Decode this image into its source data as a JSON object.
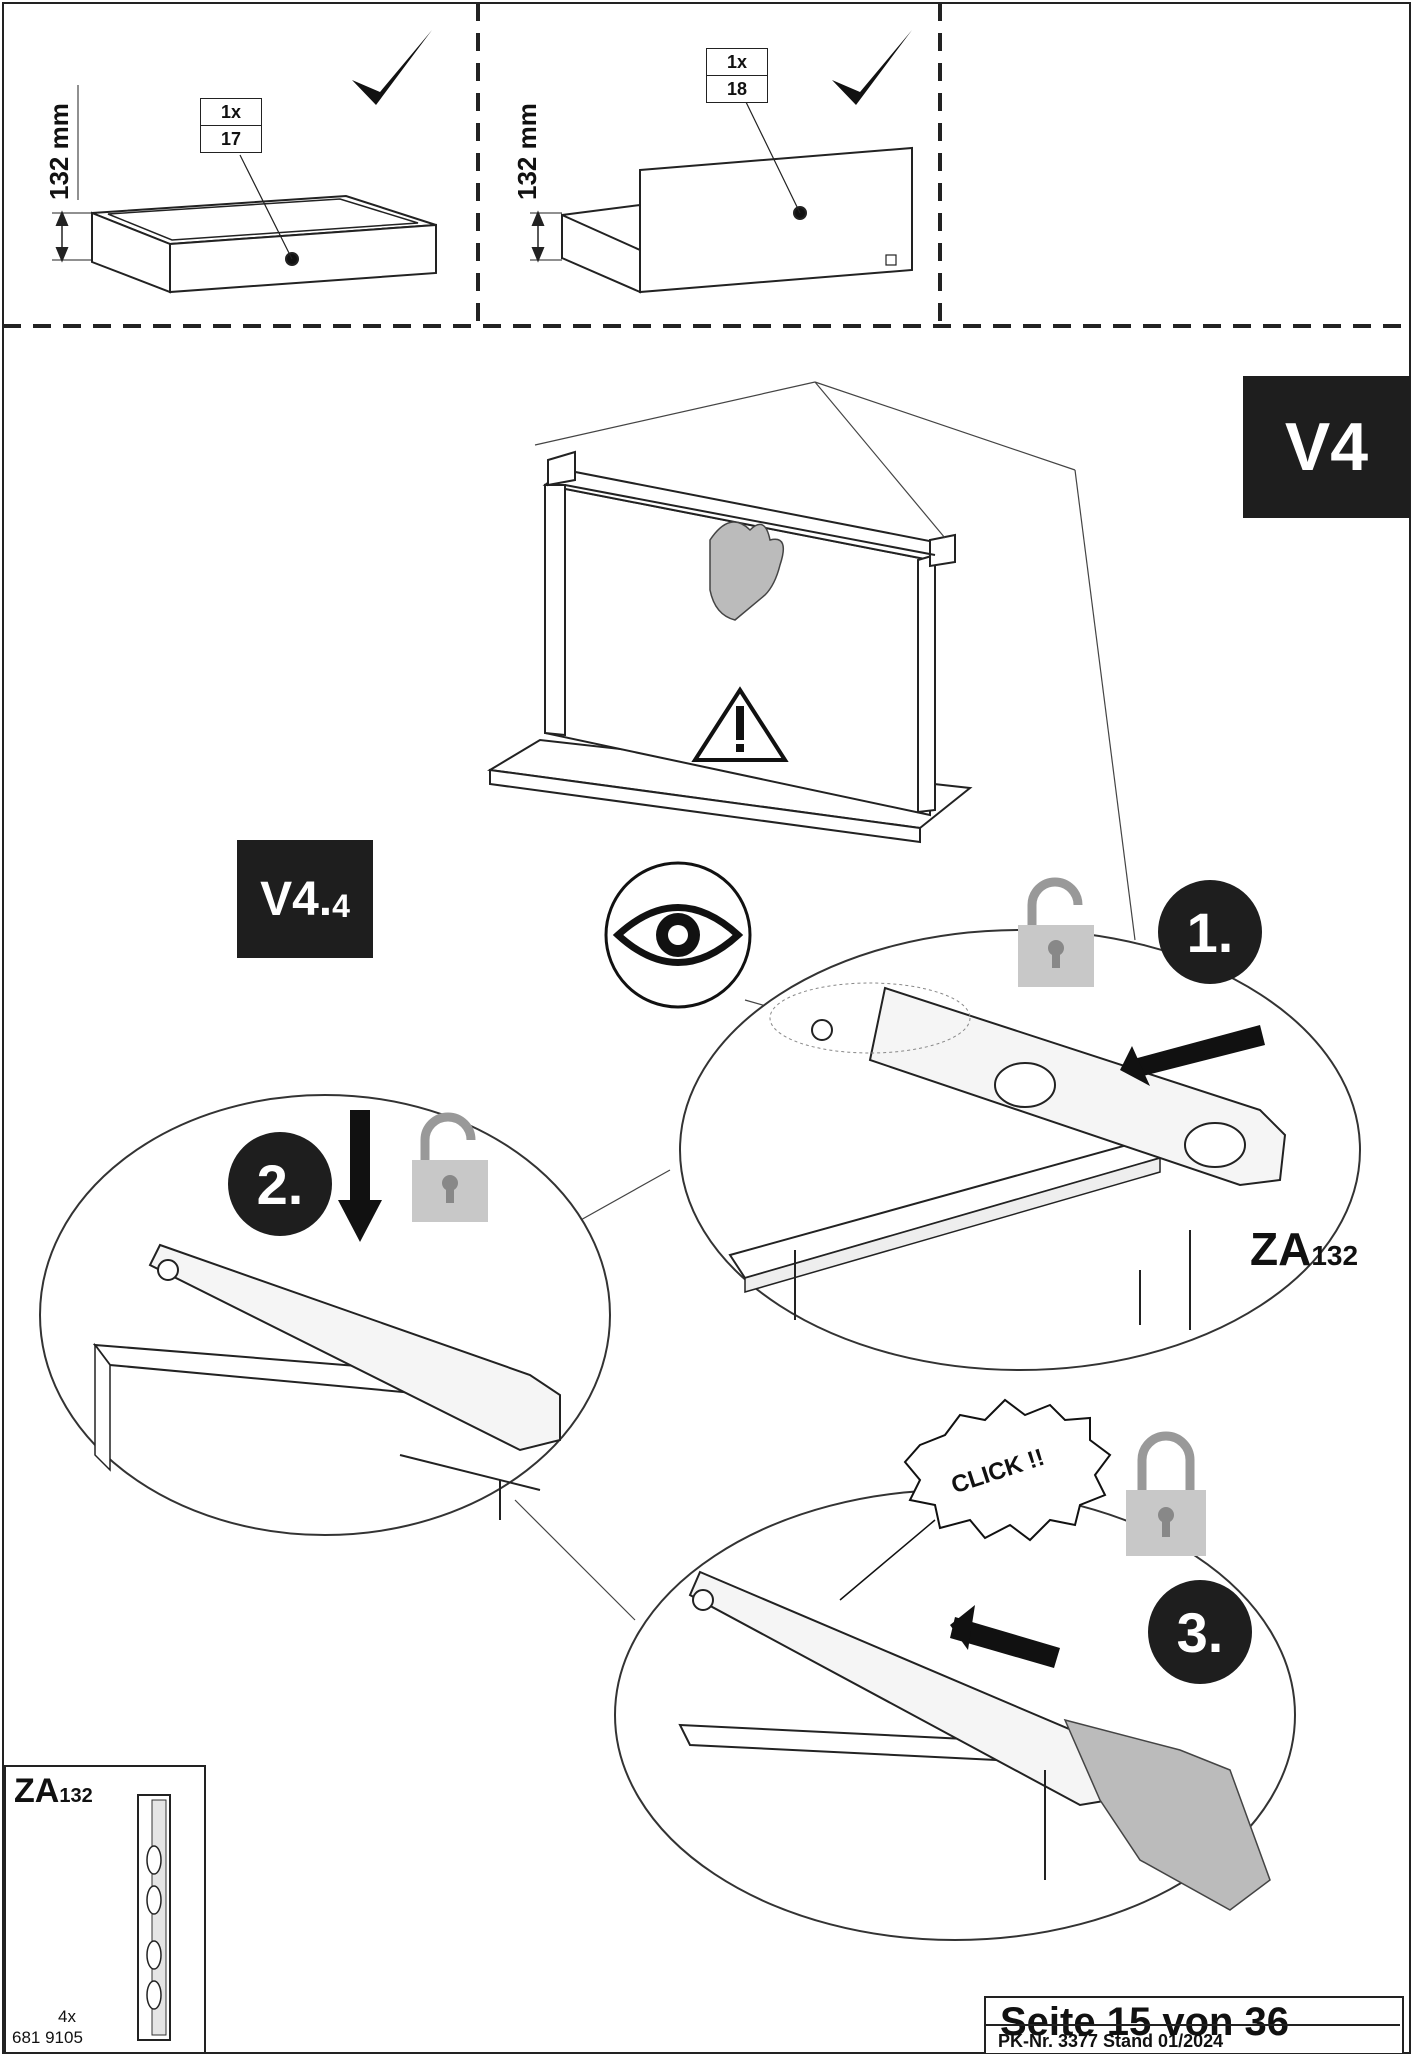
{
  "panels": [
    {
      "dimension": "132 mm",
      "qty": "1x",
      "part": "17"
    },
    {
      "dimension": "132 mm",
      "qty": "1x",
      "part": "18"
    }
  ],
  "step_label": "V4",
  "substep_label": "V4.4",
  "substep_main": "V4.",
  "substep_small": "4",
  "steps": [
    "1.",
    "2.",
    "3."
  ],
  "click_text": "CLICK !!",
  "fitting": {
    "code_main": "ZA",
    "code_sub": "132"
  },
  "parts_box": {
    "code_main": "ZA",
    "code_sub": "132",
    "qty": "4x",
    "article": "681 9105"
  },
  "footer": {
    "page": "Seite 15 von 36",
    "meta": "PK-Nr. 3377   Stand 01/2024"
  }
}
